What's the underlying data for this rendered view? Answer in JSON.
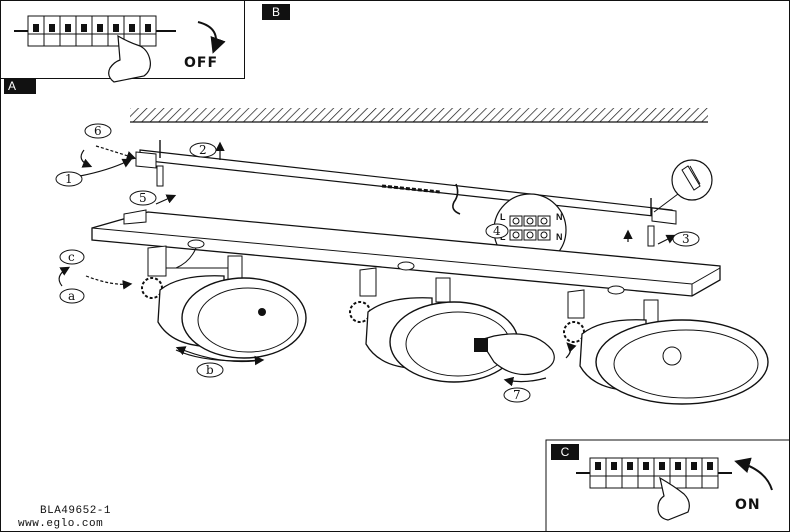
{
  "panels": {
    "a": {
      "label": "A"
    },
    "b": {
      "label": "B",
      "switch_text": "OFF"
    },
    "c": {
      "label": "C",
      "switch_text": "ON"
    }
  },
  "steps": [
    "1",
    "2",
    "3",
    "4",
    "5",
    "6",
    "7"
  ],
  "rotation_marks": [
    "a",
    "b",
    "c"
  ],
  "terminal_letters": [
    "L",
    "N"
  ],
  "footer": {
    "model": "BLA49652-1",
    "website": "www.eglo.com"
  }
}
